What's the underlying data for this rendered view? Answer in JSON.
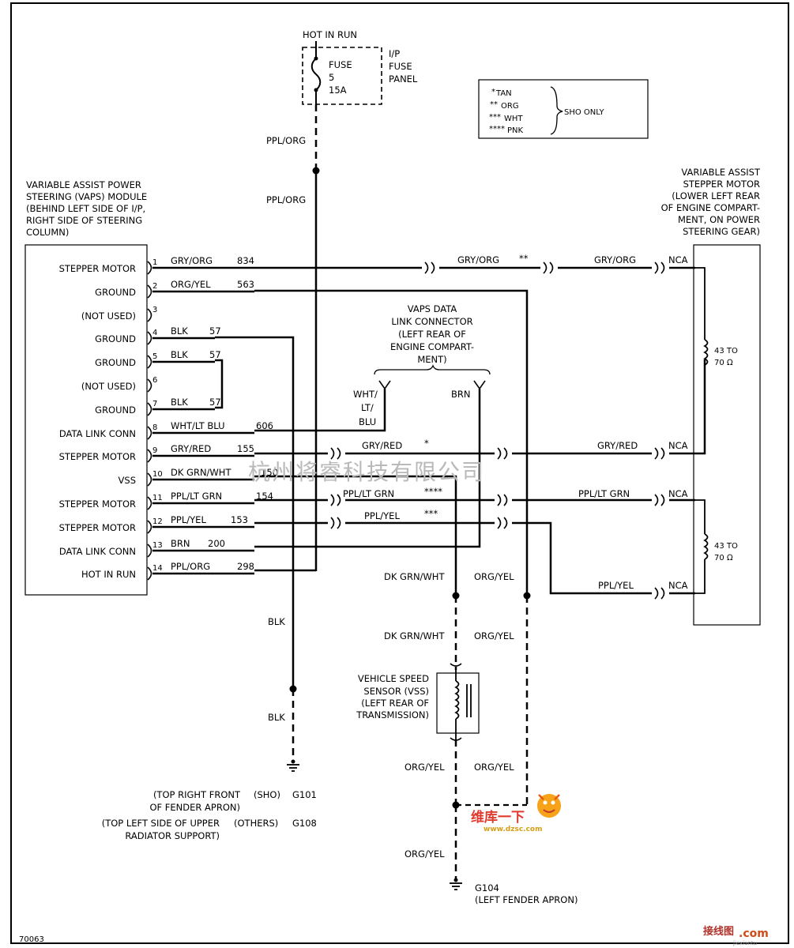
{
  "fuse": {
    "source": "HOT IN RUN",
    "label": "FUSE",
    "number": "5",
    "rating": "15A",
    "panel_line1": "I/P",
    "panel_line2": "FUSE",
    "panel_line3": "PANEL"
  },
  "feed_wire_upper": "PPL/ORG",
  "feed_wire_lower": "PPL/ORG",
  "legend": {
    "items": [
      {
        "mark": "*",
        "color": "TAN"
      },
      {
        "mark": "**",
        "color": "ORG"
      },
      {
        "mark": "***",
        "color": "WHT"
      },
      {
        "mark": "****",
        "color": "PNK"
      }
    ],
    "note": "SHO ONLY"
  },
  "module": {
    "title_lines": [
      "VARIABLE ASSIST POWER",
      "STEERING (VAPS) MODULE",
      "(BEHIND LEFT SIDE OF I/P,",
      "RIGHT SIDE OF STEERING",
      "COLUMN)"
    ],
    "pins": [
      {
        "num": "1",
        "label": "STEPPER MOTOR",
        "wire": "GRY/ORG",
        "circuit": "834"
      },
      {
        "num": "2",
        "label": "GROUND",
        "wire": "ORG/YEL",
        "circuit": "563"
      },
      {
        "num": "3",
        "label": "(NOT USED)",
        "wire": "",
        "circuit": ""
      },
      {
        "num": "4",
        "label": "GROUND",
        "wire": "BLK",
        "circuit": "57"
      },
      {
        "num": "5",
        "label": "GROUND",
        "wire": "BLK",
        "circuit": "57"
      },
      {
        "num": "6",
        "label": "(NOT USED)",
        "wire": "",
        "circuit": ""
      },
      {
        "num": "7",
        "label": "GROUND",
        "wire": "BLK",
        "circuit": "57"
      },
      {
        "num": "8",
        "label": "DATA LINK CONN",
        "wire": "WHT/LT BLU",
        "circuit": "606"
      },
      {
        "num": "9",
        "label": "STEPPER MOTOR",
        "wire": "GRY/RED",
        "circuit": "155"
      },
      {
        "num": "10",
        "label": "VSS",
        "wire": "DK GRN/WHT",
        "circuit": "150"
      },
      {
        "num": "11",
        "label": "STEPPER MOTOR",
        "wire": "PPL/LT GRN",
        "circuit": "154"
      },
      {
        "num": "12",
        "label": "STEPPER MOTOR",
        "wire": "PPL/YEL",
        "circuit": "153"
      },
      {
        "num": "13",
        "label": "DATA LINK CONN",
        "wire": "BRN",
        "circuit": "200"
      },
      {
        "num": "14",
        "label": "HOT IN RUN",
        "wire": "PPL/ORG",
        "circuit": "298"
      }
    ]
  },
  "motor": {
    "title_lines": [
      "VARIABLE ASSIST",
      "STEPPER MOTOR",
      "(LOWER LEFT REAR",
      "OF ENGINE COMPART-",
      "MENT, ON POWER",
      "STEERING GEAR)"
    ],
    "coil1_l1": "43 TO",
    "coil1_l2": "70 Ω",
    "coil2_l1": "43 TO",
    "coil2_l2": "70 Ω",
    "nca": "NCA"
  },
  "midwires": {
    "w1_mid": "GRY/ORG",
    "w1_mid_mark": "**",
    "w1_right": "GRY/ORG",
    "w9_mid": "GRY/RED",
    "w9_mid_mark": "*",
    "w9_right": "GRY/RED",
    "w11_mid": "PPL/LT GRN",
    "w11_mid_mark": "****",
    "w11_right": "PPL/LT GRN",
    "w12_mid": "PPL/YEL",
    "w12_mid_mark": "***",
    "w12_right": "PPL/YEL"
  },
  "dlc": {
    "title_lines": [
      "VAPS DATA",
      "LINK CONNECTOR",
      "(LEFT REAR OF",
      "ENGINE COMPART-",
      "MENT)"
    ],
    "wire_left_lines": [
      "WHT/",
      "LT/",
      "BLU"
    ],
    "wire_right": "BRN"
  },
  "vss_section": {
    "upper_left": "DK GRN/WHT",
    "upper_right": "ORG/YEL",
    "mid_left": "DK GRN/WHT",
    "mid_right": "ORG/YEL",
    "sensor_lines": [
      "VEHICLE SPEED",
      "SENSOR (VSS)",
      "(LEFT REAR OF",
      "TRANSMISSION)"
    ],
    "low_left": "ORG/YEL",
    "low_right": "ORG/YEL",
    "bottom": "ORG/YEL",
    "ground_id": "G104",
    "ground_loc": "(LEFT FENDER APRON)"
  },
  "ground_blk": {
    "upper": "BLK",
    "lower": "BLK",
    "notes": [
      {
        "loc1": "(TOP RIGHT FRONT",
        "loc2": "OF FENDER APRON)",
        "variant": "(SHO)",
        "id": "G101"
      },
      {
        "loc1": "(TOP LEFT SIDE OF UPPER",
        "loc2": "RADIATOR SUPPORT)",
        "variant": "(OTHERS)",
        "id": "G108"
      }
    ]
  },
  "diagram_id": "70063",
  "watermarks": {
    "company": "杭州将睿科技有限公司",
    "logo_main": "维库一下",
    "logo_url": "www.dzsc.com",
    "corner_cn": "接线图",
    "corner_com": ".com",
    "corner_url": "jiexiantu"
  }
}
